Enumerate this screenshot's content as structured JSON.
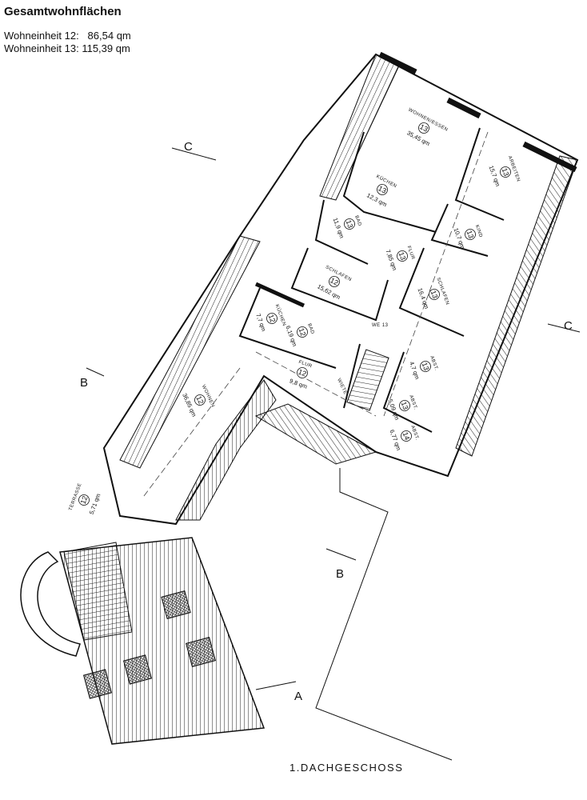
{
  "header": {
    "title": "Gesamtwohnflächen",
    "units": [
      "Wohneinheit 12:   86,54 qm",
      "Wohneinheit 13: 115,39 qm"
    ]
  },
  "floor_label": "1.DACHGESCHOSS",
  "rooms": [
    {
      "id": "wohnen-essen-13",
      "name": "WOHNEN/ESSEN",
      "unit": "13",
      "area": "35,45 qm"
    },
    {
      "id": "arbeiten-13",
      "name": "ARBEITEN",
      "unit": "13",
      "area": "15,7 qm"
    },
    {
      "id": "kuechen-13",
      "name": "KÜCHEN",
      "unit": "13",
      "area": "12,3 qm"
    },
    {
      "id": "bad-13",
      "name": "BAD",
      "unit": "13",
      "area": "11,9 qm"
    },
    {
      "id": "kind-13",
      "name": "KIND",
      "unit": "13",
      "area": "10,7 qm"
    },
    {
      "id": "flur-13",
      "name": "FLUR",
      "unit": "13",
      "area": "7,85 qm"
    },
    {
      "id": "schlafen-12",
      "name": "SCHLAFEN",
      "unit": "12",
      "area": "15,62 qm"
    },
    {
      "id": "schlafen-13",
      "name": "SCHLAFEN",
      "unit": "13",
      "area": "16,4 qm"
    },
    {
      "id": "kuechen-12",
      "name": "KÜCHEN",
      "unit": "12",
      "area": "7,7 qm"
    },
    {
      "id": "bad-12",
      "name": "BAD",
      "unit": "12",
      "area": "6,19 qm"
    },
    {
      "id": "flur-12",
      "name": "FLUR",
      "unit": "12",
      "area": "9,8 qm"
    },
    {
      "id": "wohnen-12",
      "name": "WOHNEN",
      "unit": "12",
      "area": "36,85 qm"
    },
    {
      "id": "abst-13-a",
      "name": "ABST.",
      "unit": "13",
      "area": "4,7 qm"
    },
    {
      "id": "abst-13-b",
      "name": "ABST.",
      "unit": "13",
      "area": "5,09 qm"
    },
    {
      "id": "abst-14",
      "name": "ABST.",
      "unit": "14",
      "area": "6,77 qm"
    },
    {
      "id": "terrasse-12",
      "name": "TERRASSE",
      "unit": "12",
      "area": "5,71 qm"
    }
  ],
  "labels": {
    "we13": "WE 13",
    "wiete": "WIETE"
  },
  "sections": {
    "c_left": "C",
    "c_right": "C",
    "b_left": "B",
    "b_right": "B",
    "a": "A"
  }
}
